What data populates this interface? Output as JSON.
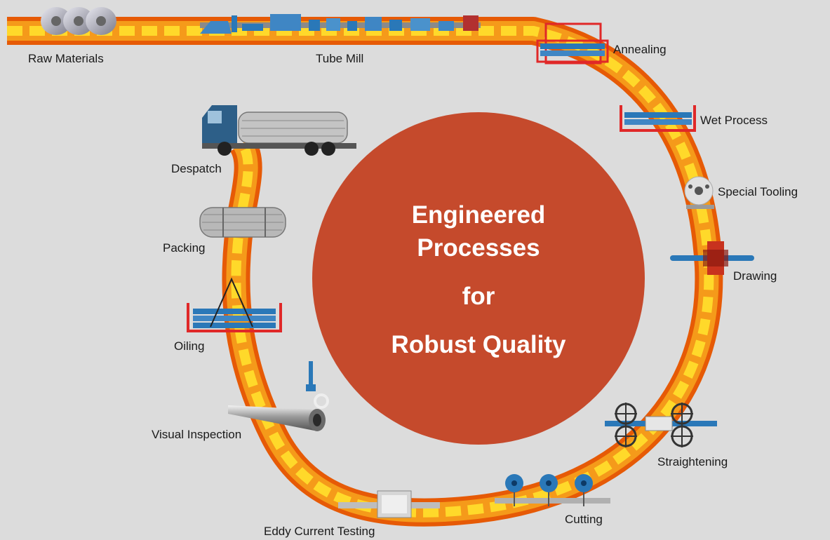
{
  "center": {
    "line1": "Engineered",
    "line2": "Processes",
    "line3": "for",
    "line4": "Robust Quality",
    "color": "#c54a2c"
  },
  "steps": [
    {
      "label": "Raw Materials"
    },
    {
      "label": "Tube Mill"
    },
    {
      "label": "Annealing"
    },
    {
      "label": "Wet Process"
    },
    {
      "label": "Special Tooling"
    },
    {
      "label": "Drawing"
    },
    {
      "label": "Straightening"
    },
    {
      "label": "Cutting"
    },
    {
      "label": "Eddy Current Testing"
    },
    {
      "label": "Visual Inspection"
    },
    {
      "label": "Oiling"
    },
    {
      "label": "Packing"
    },
    {
      "label": "Despatch"
    }
  ],
  "colors": {
    "background": "#dcdcdc",
    "track_outer": "#f07a10",
    "track_inner": "#ffd92a",
    "tube_blue": "#2a78b8",
    "tank_red": "#e02828",
    "steel": "#a8a8a8"
  }
}
